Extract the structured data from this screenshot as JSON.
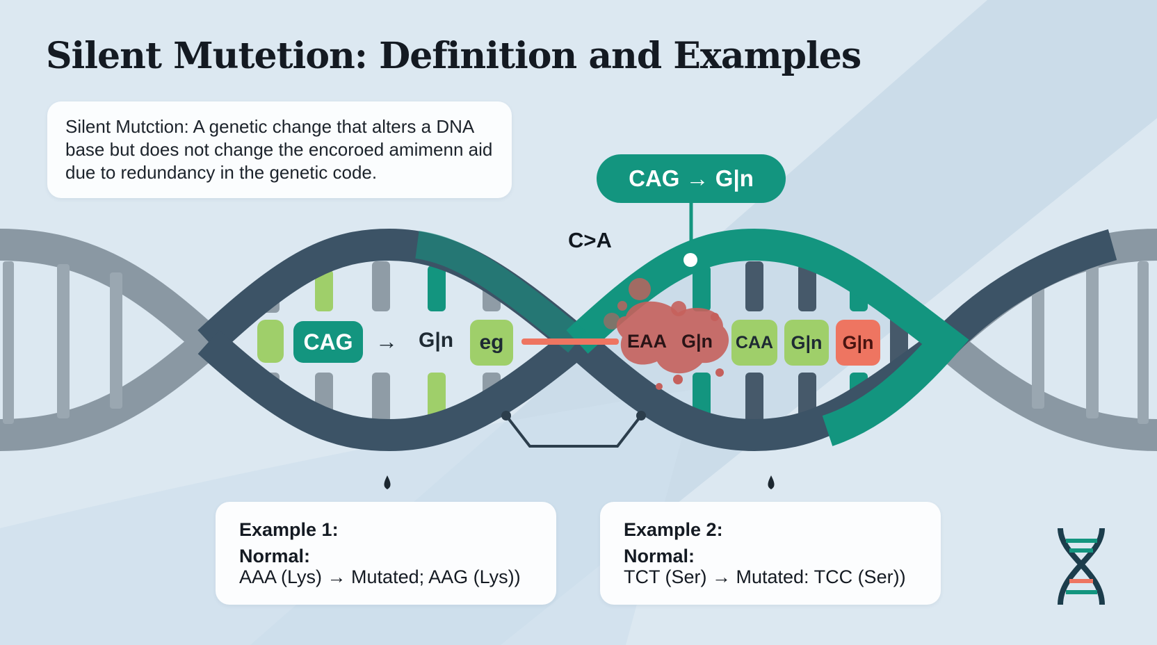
{
  "title": "Silent Mutetion: Definition and Examples",
  "definition": "Silent Mutction: A genetic change that alters a DNA base but does not change the encoroed amimenn aid due to redundancy in the genetic code.",
  "callout": "CAG → G|n",
  "change_label": "C>A",
  "codons_left": {
    "codon": "CAG",
    "arrow": "→",
    "amino": "G|n",
    "tag": "eg"
  },
  "codons_right": [
    {
      "text": "EAA",
      "style": "mutated"
    },
    {
      "text": "G|n",
      "style": "mutated"
    },
    {
      "text": "CAA",
      "style": "green"
    },
    {
      "text": "G|n",
      "style": "green"
    },
    {
      "text": "G|n",
      "style": "coral"
    }
  ],
  "examples": [
    {
      "title": "Example 1:",
      "normal_label": "Normal:",
      "detail": "AAA (Lys) → Mutated; AAG (Lys))"
    },
    {
      "title": "Example 2:",
      "normal_label": "Normal:",
      "detail": "TCT (Ser) → Mutated: TCC (Ser))"
    }
  ],
  "colors": {
    "background": "#dce8f1",
    "strand_dark": "#3c5366",
    "strand_gray": "#8a98a3",
    "strand_teal": "#13957f",
    "base_green": "#9fcf6a",
    "mutation_red": "#c5605c",
    "coral": "#ee7561"
  },
  "icons": [
    "dna-icon"
  ]
}
